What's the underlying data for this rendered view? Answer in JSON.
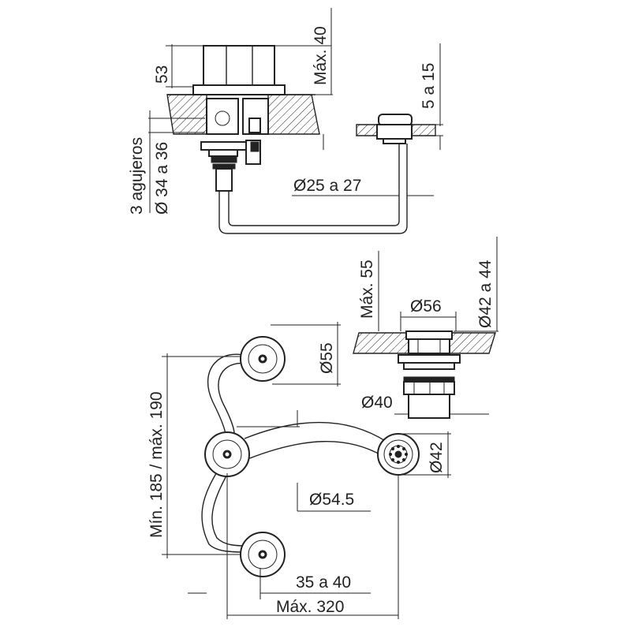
{
  "labels": {
    "max_40": "Máx. 40",
    "h_53": "53",
    "range_5_15": "5 a 15",
    "holes_line1": "3 agujeros",
    "holes_line2": "Ø 34 a 36",
    "d_25_27": "Ø25 a 27",
    "max_55": "Máx. 55",
    "d_56": "Ø56",
    "d_42_44": "Ø42 a 44",
    "d_55": "Ø55",
    "d_40": "Ø40",
    "d_42": "Ø42",
    "min_max": "Mín. 185 / máx. 190",
    "d_54_5": "Ø54.5",
    "range_35_40": "35 a 40",
    "max_320": "Máx. 320"
  }
}
